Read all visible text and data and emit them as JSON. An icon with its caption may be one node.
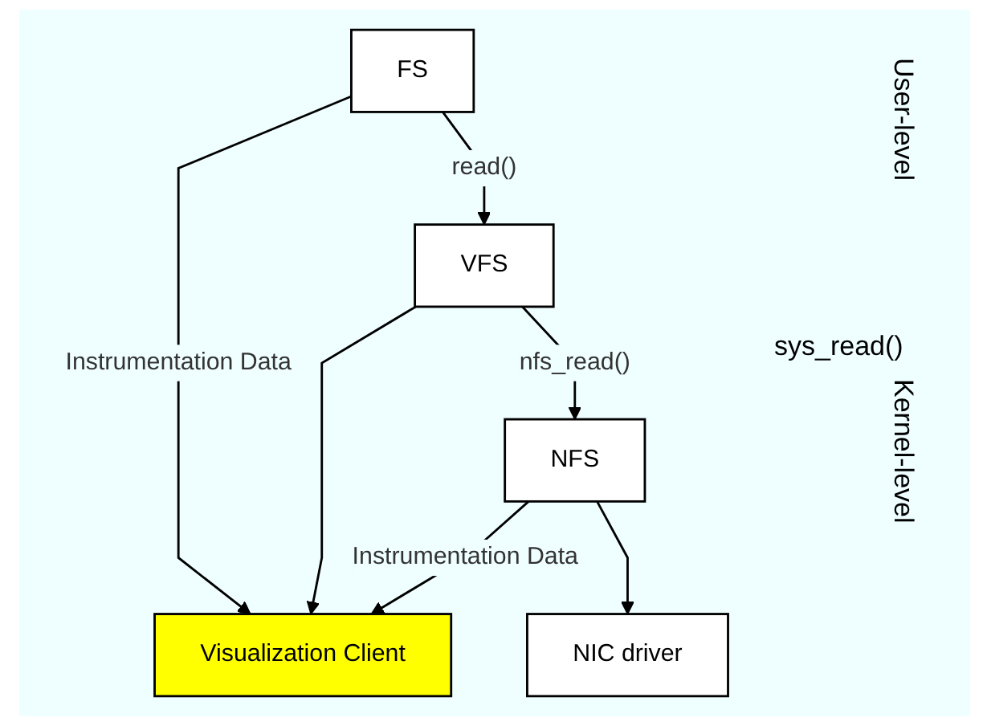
{
  "diagram": {
    "nodes": [
      {
        "text": [
          "Visualization Client"
        ]
      },
      {
        "text": [
          "FS"
        ]
      },
      {
        "text": [
          "VFS"
        ]
      },
      {
        "text": [
          "NFS"
        ]
      },
      {
        "text": [
          "NIC driver"
        ]
      }
    ],
    "edges": [
      {
        "from": 1,
        "to": 0,
        "arrow": "to",
        "label": "Instrumentation Data"
      },
      {
        "from": 1,
        "to": 2,
        "arrow": "to",
        "label": "read()"
      },
      {
        "from": 2,
        "to": 0,
        "arrow": "to"
      },
      {
        "from": 2,
        "to": 3,
        "arrow": "to",
        "label": "nfs_read()"
      },
      {
        "from": 3,
        "to": 0,
        "arrow": "to",
        "label": "Instrumentation Data"
      },
      {
        "from": 3,
        "to": 4,
        "arrow": "to"
      }
    ],
    "labels": [
      "User-level",
      "sys_read()",
      "Kernel-level"
    ]
  }
}
